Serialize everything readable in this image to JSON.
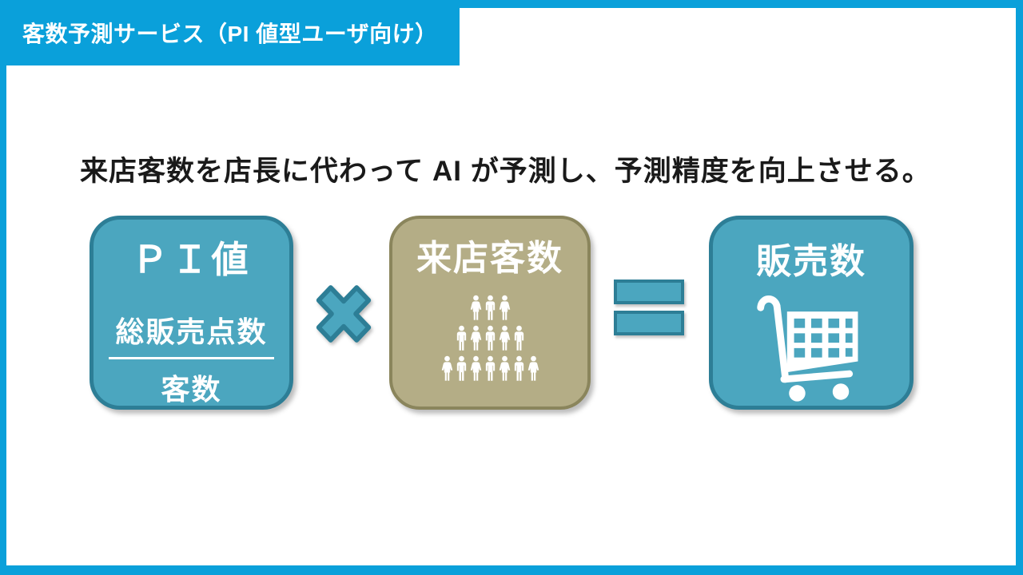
{
  "title_bar": {
    "label": "客数予測サービス（PI 値型ユーザ向け）"
  },
  "heading": {
    "text": "来店客数を店長に代わって AI が予測し、予測精度を向上させる。"
  },
  "diagram": {
    "pi_box": {
      "title": "ＰＩ値",
      "numerator": "総販売点数",
      "denominator": "客数"
    },
    "operator_multiply": "×",
    "visitors_box": {
      "title": "来店客数",
      "people_rows": [
        "WMW",
        "MWMWM",
        "WMWMWMW"
      ]
    },
    "operator_equals": "=",
    "sales_box": {
      "title": "販売数",
      "icon": "shopping-cart-icon"
    }
  },
  "colors": {
    "accent_cyan": "#0aa0da",
    "teal_fill": "#4ba6bf",
    "teal_border": "#2d7e96",
    "khaki_fill": "#b4ad86",
    "khaki_border": "#8a855c",
    "heading_text": "#1a1a1a",
    "icon_white": "#ffffff"
  }
}
